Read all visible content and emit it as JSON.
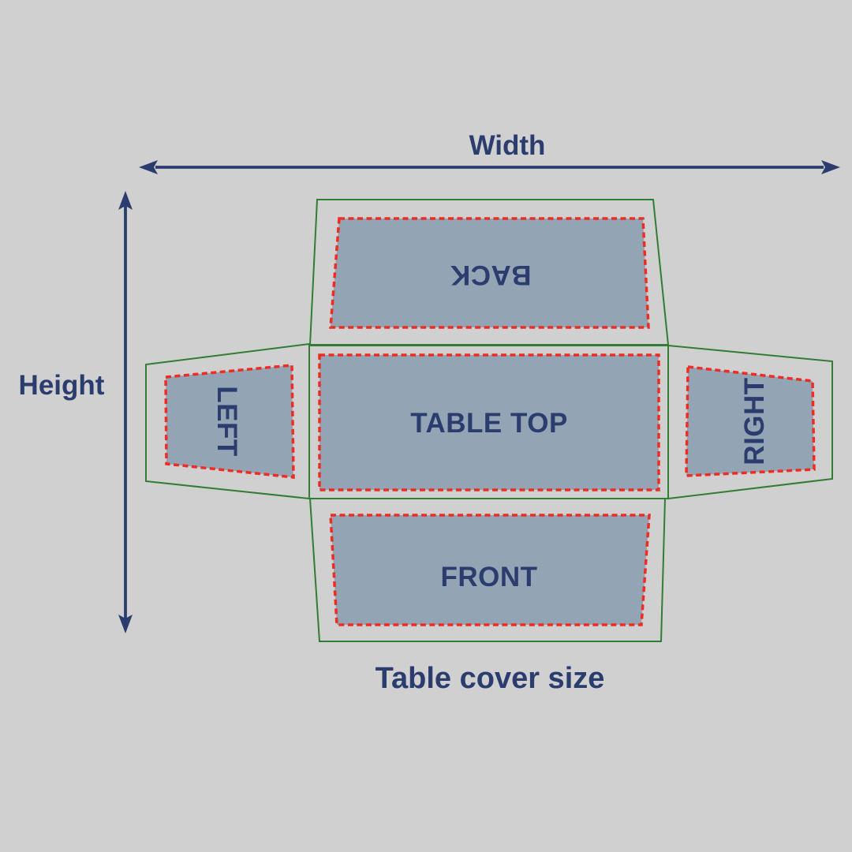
{
  "diagram": {
    "caption": "Table cover size",
    "dimension_labels": {
      "width": "Width",
      "height": "Height"
    },
    "panels": [
      {
        "id": "back",
        "label": "BACK",
        "orientation": "rotated-180"
      },
      {
        "id": "left",
        "label": "LEFT",
        "orientation": "rotated-90-cw"
      },
      {
        "id": "table-top",
        "label": "TABLE TOP",
        "orientation": "upright"
      },
      {
        "id": "right",
        "label": "RIGHT",
        "orientation": "rotated-90-ccw"
      },
      {
        "id": "front",
        "label": "FRONT",
        "orientation": "upright"
      }
    ]
  },
  "colors": {
    "background": "#d1d0d0",
    "panel_fill": "#93a5b4",
    "stitch_red": "#ee2c24",
    "fold_green": "#337c35",
    "ink_navy": "#2b3c6e"
  }
}
